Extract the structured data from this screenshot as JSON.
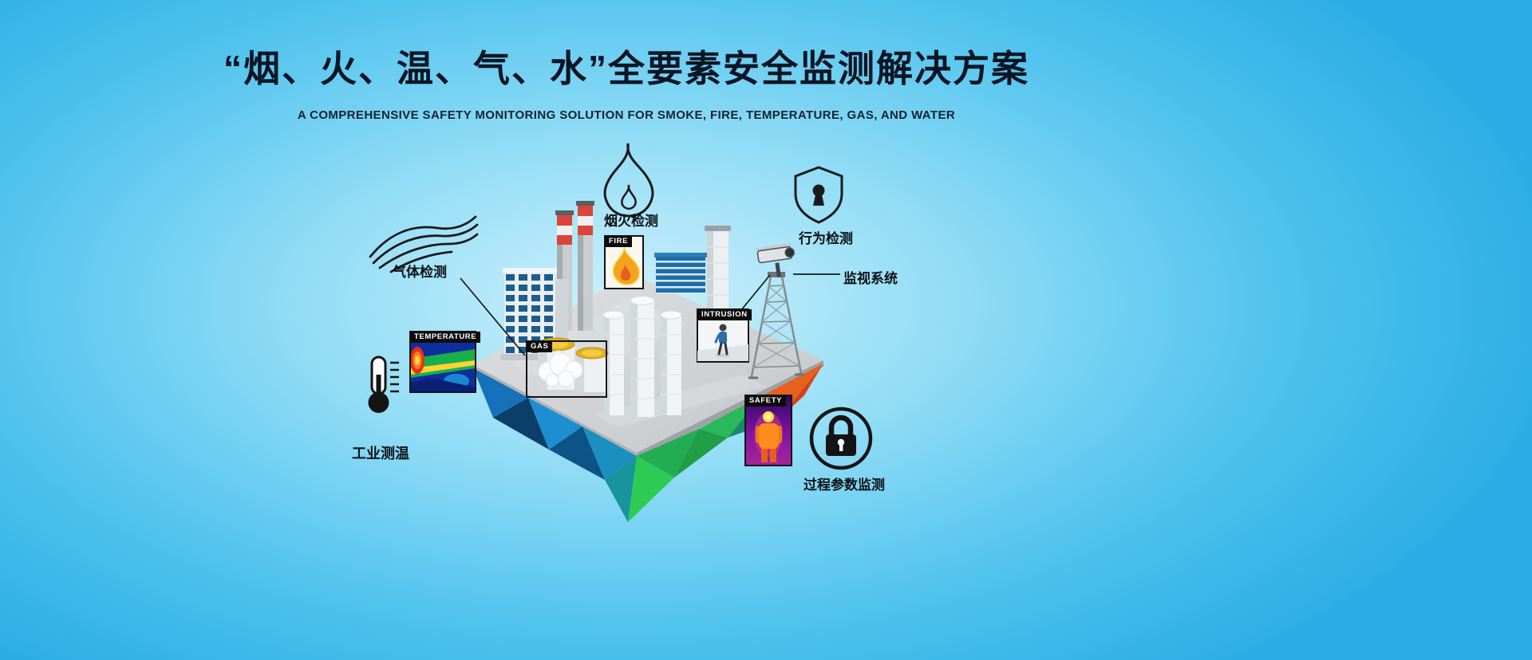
{
  "page": {
    "title": "“烟、火、温、气、水”全要素安全监测解决方案",
    "subtitle": "A COMPREHENSIVE SAFETY MONITORING SOLUTION FOR SMOKE, FIRE, TEMPERATURE, GAS, AND WATER"
  },
  "callouts": {
    "smoke_fire": {
      "label": "烟火检测",
      "icon": "flame-outline-icon"
    },
    "behavior": {
      "label": "行为检测",
      "icon": "shield-keyhole-icon"
    },
    "surveillance": {
      "label": "监视系统",
      "icon": "cctv-camera-icon"
    },
    "gas": {
      "label": "气体检测",
      "icon": "gas-flow-icon"
    },
    "temperature": {
      "label": "工业测温",
      "icon": "thermometer-icon"
    },
    "process": {
      "label": "过程参数监测",
      "icon": "padlock-circle-icon"
    }
  },
  "scene_tags": {
    "fire": "FIRE",
    "temperature": "TEMPERATURE",
    "gas": "GAS",
    "intrusion": "INTRUSION",
    "safety": "SAFETY"
  },
  "colors": {
    "background_center": "#cdf0fb",
    "background_edge": "#2aade4",
    "title_text": "#0a1524",
    "tag_bg": "#0c0c0c",
    "tag_text": "#ffffff",
    "island_blue": "#1571b9",
    "island_green": "#2ecb54",
    "island_orange": "#e8611c",
    "island_red": "#d14318",
    "platform_gray": "#cfd2d4"
  }
}
